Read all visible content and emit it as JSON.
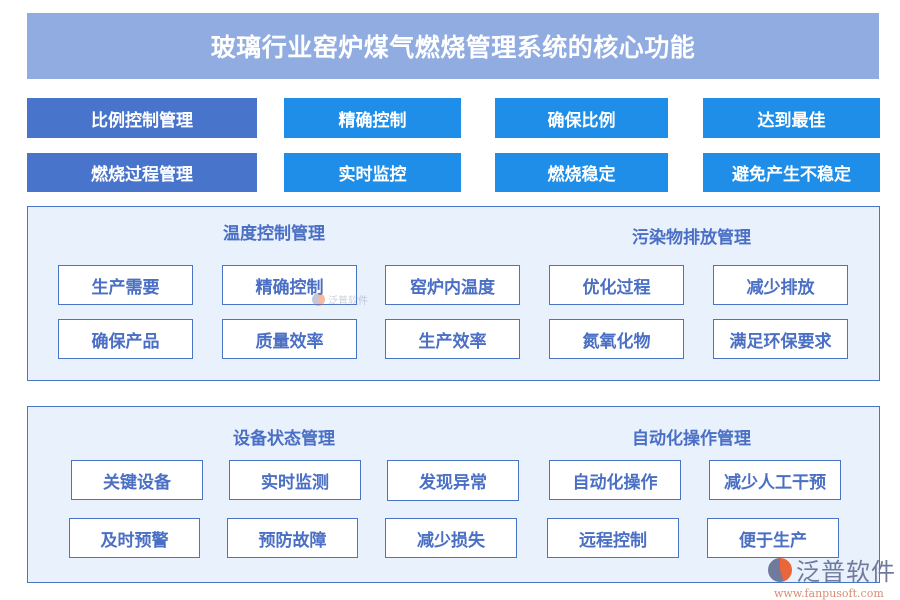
{
  "title": "玻璃行业窑炉煤气燃烧管理系统的核心功能",
  "top_tags": {
    "row1": [
      "比例控制管理",
      "精确控制",
      "确保比例",
      "达到最佳"
    ],
    "row2": [
      "燃烧过程管理",
      "实时监控",
      "燃烧稳定",
      "避免产生不稳定"
    ]
  },
  "panel1": {
    "left_title": "温度控制管理",
    "right_title": "污染物排放管理",
    "items_row1": [
      "生产需要",
      "精确控制",
      "窑炉内温度",
      "优化过程",
      "减少排放"
    ],
    "items_row2": [
      "确保产品",
      "质量效率",
      "生产效率",
      "氮氧化物",
      "满足环保要求"
    ]
  },
  "panel2": {
    "left_title": "设备状态管理",
    "right_title": "自动化操作管理",
    "items_row1": [
      "关键设备",
      "实时监测",
      "发现异常",
      "自动化操作",
      "减少人工干预"
    ],
    "items_row2": [
      "及时预警",
      "预防故障",
      "减少损失",
      "远程控制",
      "便于生产"
    ]
  },
  "watermark": {
    "brand": "泛普软件",
    "url": "www.fanpusoft.com"
  },
  "colors": {
    "title_bg": "#91ace0",
    "tag_dark": "#4874cb",
    "tag_light": "#1f8ee8",
    "panel_bg": "#e8f1fc",
    "border": "#4a74c6"
  }
}
